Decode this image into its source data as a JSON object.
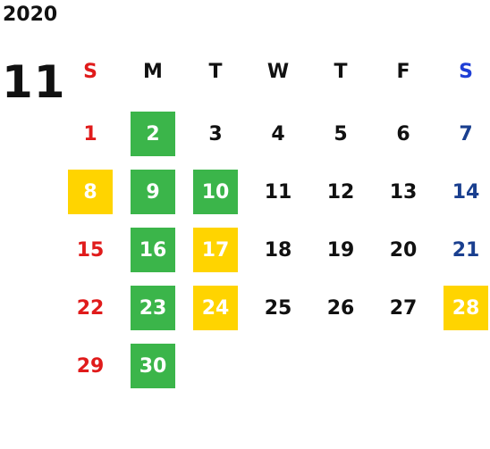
{
  "calendar": {
    "year": "2020",
    "month": "11",
    "weekdays": [
      "S",
      "M",
      "T",
      "W",
      "T",
      "F",
      "S"
    ],
    "colors": {
      "sunday": "#e01b1b",
      "saturday_header": "#1f3fd6",
      "saturday_day": "#1a3f8f",
      "highlight_green": "#3bb54a",
      "highlight_yellow": "#ffd400",
      "text": "#111111"
    },
    "weeks": [
      [
        {
          "day": "1",
          "highlight": ""
        },
        {
          "day": "2",
          "highlight": "green"
        },
        {
          "day": "3",
          "highlight": ""
        },
        {
          "day": "4",
          "highlight": ""
        },
        {
          "day": "5",
          "highlight": ""
        },
        {
          "day": "6",
          "highlight": ""
        },
        {
          "day": "7",
          "highlight": ""
        }
      ],
      [
        {
          "day": "8",
          "highlight": "yellow"
        },
        {
          "day": "9",
          "highlight": "green"
        },
        {
          "day": "10",
          "highlight": "green"
        },
        {
          "day": "11",
          "highlight": ""
        },
        {
          "day": "12",
          "highlight": ""
        },
        {
          "day": "13",
          "highlight": ""
        },
        {
          "day": "14",
          "highlight": ""
        }
      ],
      [
        {
          "day": "15",
          "highlight": ""
        },
        {
          "day": "16",
          "highlight": "green"
        },
        {
          "day": "17",
          "highlight": "yellow"
        },
        {
          "day": "18",
          "highlight": ""
        },
        {
          "day": "19",
          "highlight": ""
        },
        {
          "day": "20",
          "highlight": ""
        },
        {
          "day": "21",
          "highlight": ""
        }
      ],
      [
        {
          "day": "22",
          "highlight": ""
        },
        {
          "day": "23",
          "highlight": "green"
        },
        {
          "day": "24",
          "highlight": "yellow"
        },
        {
          "day": "25",
          "highlight": ""
        },
        {
          "day": "26",
          "highlight": ""
        },
        {
          "day": "27",
          "highlight": ""
        },
        {
          "day": "28",
          "highlight": "yellow"
        }
      ],
      [
        {
          "day": "29",
          "highlight": ""
        },
        {
          "day": "30",
          "highlight": "green"
        }
      ]
    ]
  }
}
